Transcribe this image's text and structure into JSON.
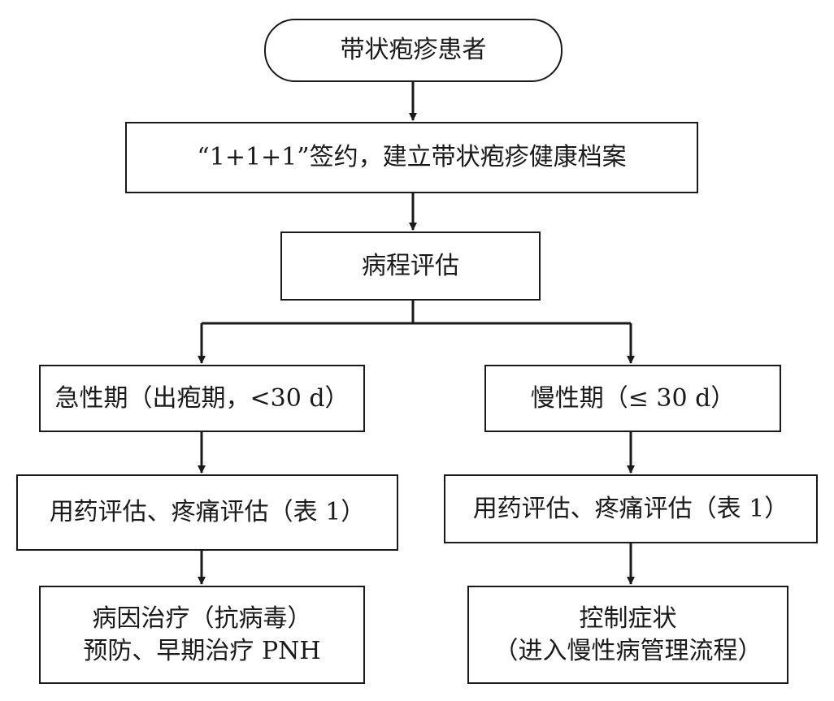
{
  "flowchart": {
    "start": "带状疱疹患者",
    "signing": "“1+1+1”签约，建立带状疱疹健康档案",
    "assessment": "病程评估",
    "acute_phase": "急性期（出疱期，<30 d）",
    "chronic_phase": "慢性期（≤ 30 d）",
    "left_evaluation": "用药评估、疼痛评估（表 1）",
    "right_evaluation": "用药评估、疼痛评估（表 1）",
    "left_treatment": {
      "line1": "病因治疗（抗病毒）",
      "line2": "预防、早期治疗 PNH"
    },
    "right_treatment": {
      "line1": "控制症状",
      "line2": "（进入慢性病管理流程）"
    }
  },
  "colors": {
    "stroke": "#1a1a1a",
    "background": "#ffffff"
  }
}
